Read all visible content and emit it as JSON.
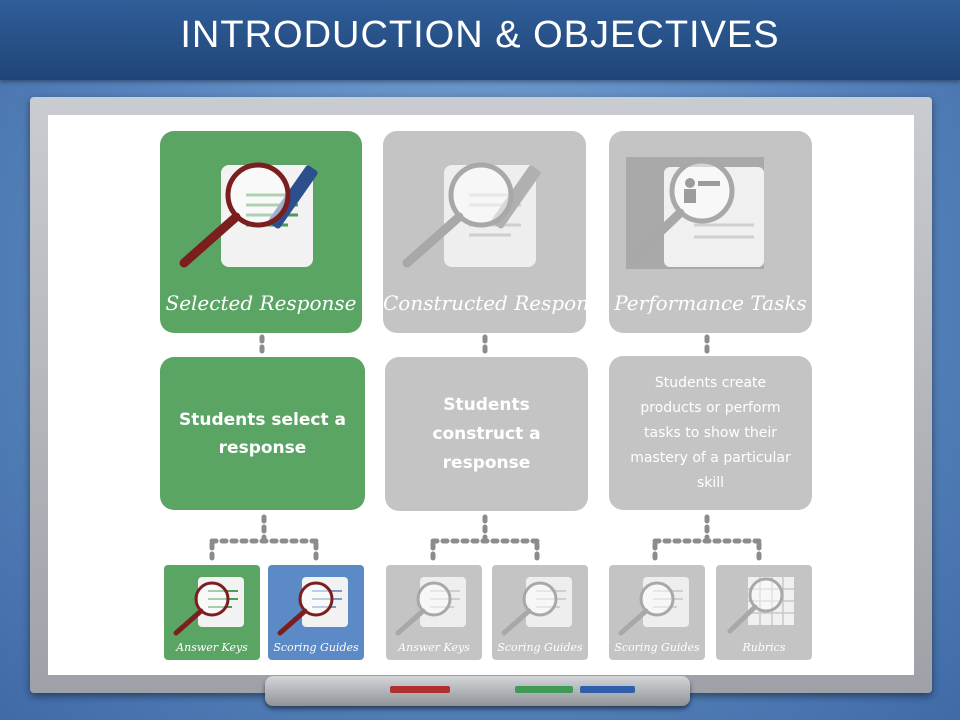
{
  "title": "INTRODUCTION & OBJECTIVES",
  "columns": [
    {
      "label": "Selected Response",
      "description": "Students select a response",
      "icon": "magnifier-answer-sheet-icon",
      "subs": [
        {
          "label": "Answer Keys",
          "icon": "answer-key-icon"
        },
        {
          "label": "Scoring Guides",
          "icon": "scoring-guide-icon"
        }
      ]
    },
    {
      "label": "Constructed Response",
      "description": "Students construct a response",
      "icon": "magnifier-document-icon",
      "subs": [
        {
          "label": "Answer Keys",
          "icon": "answer-key-icon"
        },
        {
          "label": "Scoring Guides",
          "icon": "scoring-guide-icon"
        }
      ]
    },
    {
      "label": "Performance Tasks",
      "description": "Students create products or perform tasks to show their mastery of a particular skill",
      "icon": "magnifier-pianist-icon",
      "subs": [
        {
          "label": "Scoring Guides",
          "icon": "scoring-guide-icon"
        },
        {
          "label": "Rubrics",
          "icon": "rubric-grid-icon"
        }
      ]
    }
  ],
  "colors": {
    "active_green": "#5aa464",
    "inactive_gray": "#c4c4c4",
    "highlight_blue": "#5b8ac6",
    "title_bar": "#274f86"
  }
}
